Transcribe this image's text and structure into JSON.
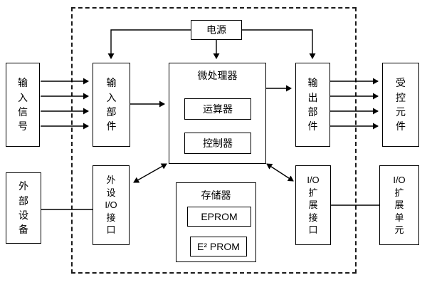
{
  "blocks": {
    "power": "电源",
    "input_signal": "输\n入\n信\n号",
    "input_unit": "输\n入\n部\n件",
    "microprocessor": "微处理器",
    "alu": "运算器",
    "controller": "控制器",
    "output_unit": "输\n出\n部\n件",
    "controlled_element": "受\n控\n元\n件",
    "external_device": "外\n部\n设\n备",
    "peripheral_io_interface": "外\n设\nI/O\n接\n口",
    "memory": "存储器",
    "eprom": "EPROM",
    "e2prom": "E² PROM",
    "io_expansion_interface": "I/O\n扩\n展\n接\n口",
    "io_expansion_unit": "I/O\n扩\n展\n单\n元"
  },
  "colors": {
    "line": "#000000",
    "background": "#ffffff",
    "box_border": "#000000"
  }
}
